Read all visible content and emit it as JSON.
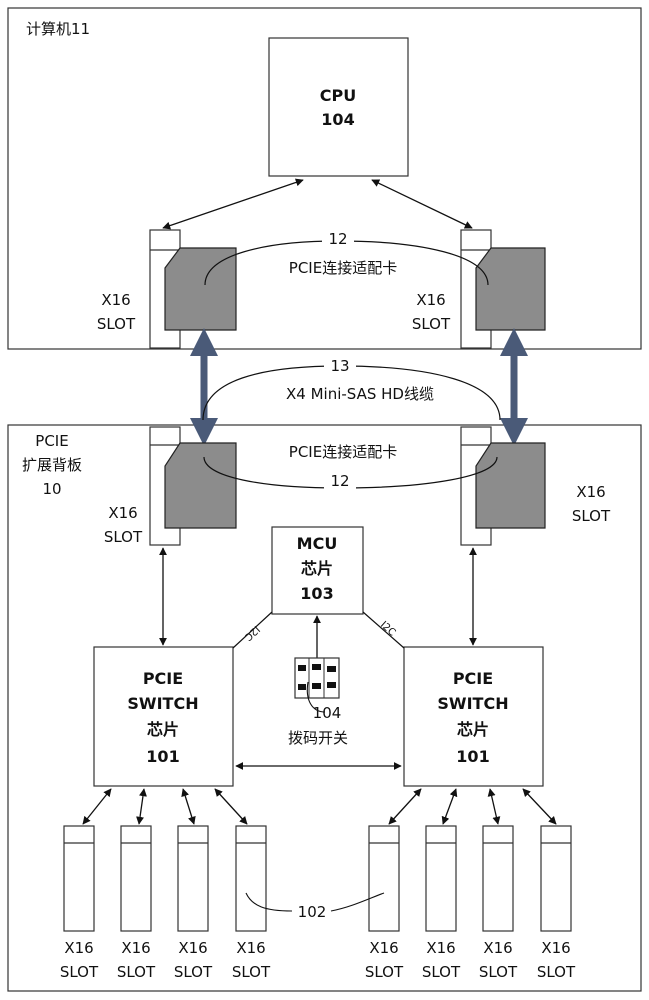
{
  "computer": {
    "label": "计算机11"
  },
  "backplane": {
    "label_line1": "PCIE",
    "label_line2": "扩展背板",
    "label_line3": "10"
  },
  "cpu": {
    "line1": "CPU",
    "line2": "104"
  },
  "mcu": {
    "line1": "MCU",
    "line2": "芯片",
    "line3": "103"
  },
  "pcie_switch": {
    "line1": "PCIE",
    "line2": "SWITCH",
    "line3": "芯片",
    "line4": "101"
  },
  "slot": {
    "line1": "X16",
    "line2": "SLOT"
  },
  "adapter": {
    "number": "12",
    "label": "PCIE连接适配卡"
  },
  "cable": {
    "number": "13",
    "label": "X4 Mini-SAS HD线缆"
  },
  "dip_switch": {
    "number": "104",
    "label": "拨码开关"
  },
  "i2c": {
    "label": "I2C"
  },
  "bottom_slots_ref": {
    "number": "102"
  },
  "colors": {
    "card_fill": "#8c8c8c",
    "cable_arrow": "#4a5a78",
    "line": "#111111"
  }
}
